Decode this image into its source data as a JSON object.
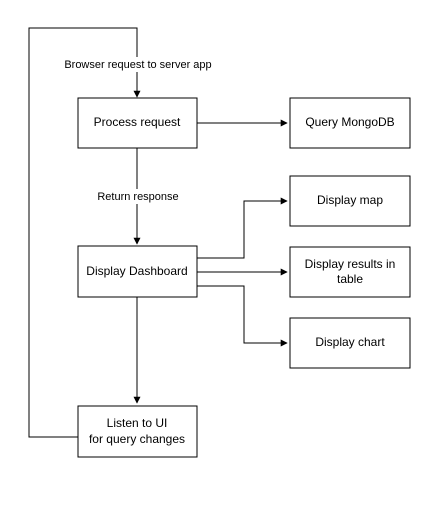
{
  "nodes": {
    "process_request": "Process request",
    "query_mongodb": "Query MongoDB",
    "display_dashboard": "Display Dashboard",
    "display_map": "Display map",
    "display_results_line1": "Display results in",
    "display_results_line2": "table",
    "display_chart": "Display chart",
    "listen_line1": "Listen to UI",
    "listen_line2": "for query changes"
  },
  "edges": {
    "browser_request": "Browser request to server app",
    "return_response": "Return response"
  }
}
